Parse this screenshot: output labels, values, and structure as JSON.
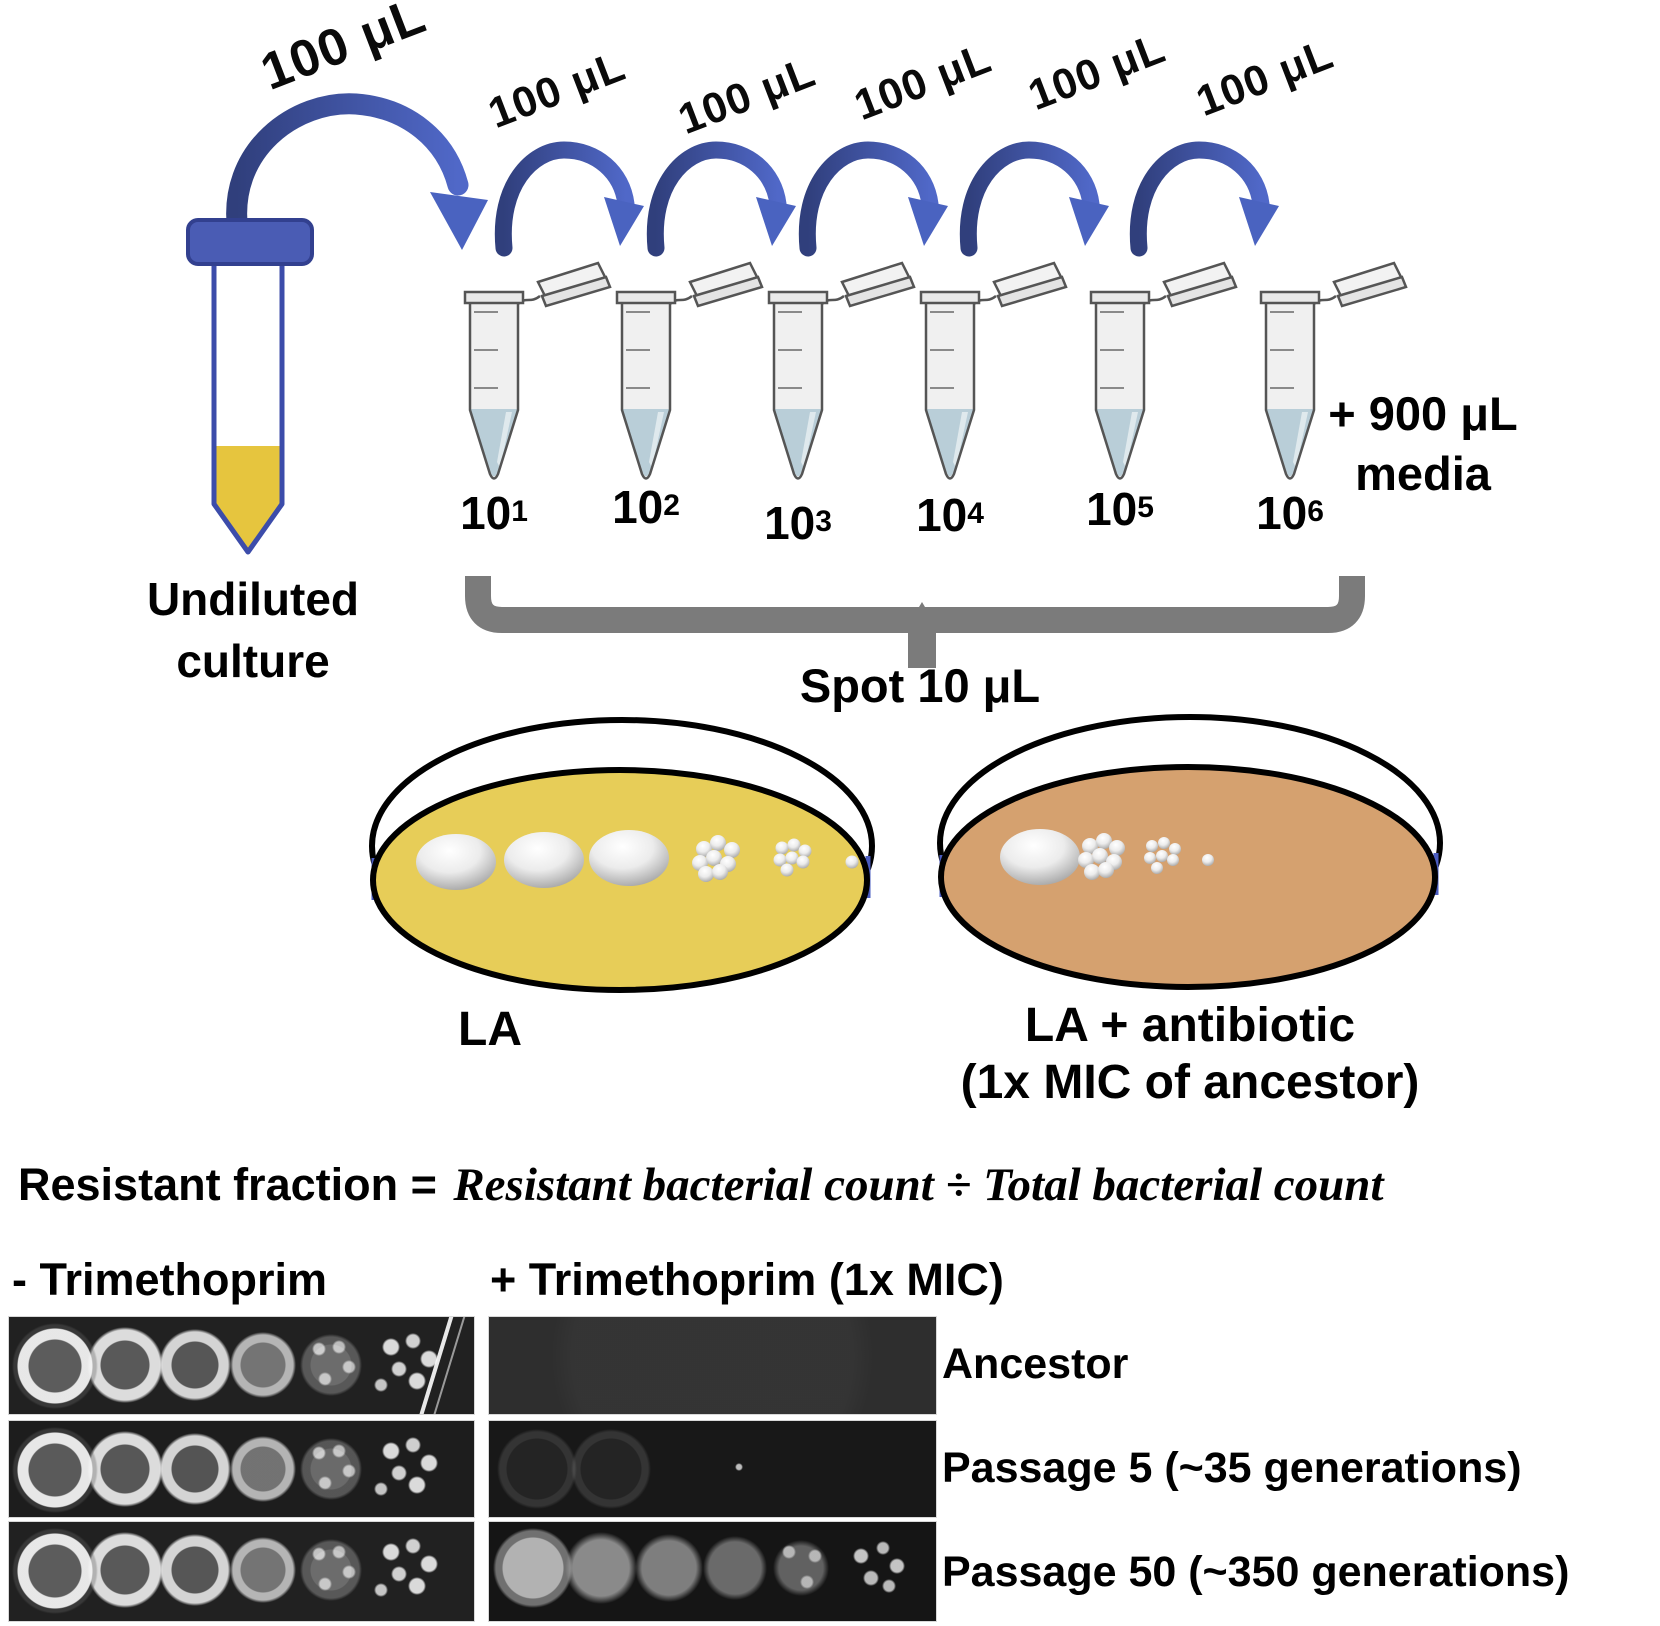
{
  "dilution": {
    "transfer_volumes": [
      "100 μL",
      "100 μL",
      "100 μL",
      "100 μL",
      "100 μL",
      "100 μL"
    ],
    "source_label": "Undiluted culture",
    "tubes": [
      {
        "base": "10",
        "exp": "1"
      },
      {
        "base": "10",
        "exp": "2"
      },
      {
        "base": "10",
        "exp": "3"
      },
      {
        "base": "10",
        "exp": "4"
      },
      {
        "base": "10",
        "exp": "5"
      },
      {
        "base": "10",
        "exp": "6"
      }
    ],
    "media_note_line1": "+ 900 μL",
    "media_note_line2": "media",
    "spot_label": "Spot 10 μL"
  },
  "plates": {
    "left_label": "LA",
    "right_label_line1": "LA + antibiotic",
    "right_label_line2": "(1x MIC of ancestor)"
  },
  "formula": {
    "lhs": "Resistant fraction =",
    "rhs": "Resistant bacterial count ÷ Total bacterial count"
  },
  "assay": {
    "left_header": "- Trimethoprim",
    "right_header": "+ Trimethoprim (1x MIC)",
    "row_labels": [
      "Ancestor",
      "Passage 5 (~35 generations)",
      "Passage 50 (~350 generations)"
    ]
  },
  "colors": {
    "arrow_blue_dark": "#303f7c",
    "arrow_blue_light": "#5068c8",
    "cap_blue": "#4a5cb4",
    "culture_yellow": "#e6c53e",
    "la_agar": "#e7cd58",
    "antibiotic_agar": "#d5a16f",
    "bracket_gray": "#7b7b7b",
    "tube_liquid": "#b9ced8"
  }
}
